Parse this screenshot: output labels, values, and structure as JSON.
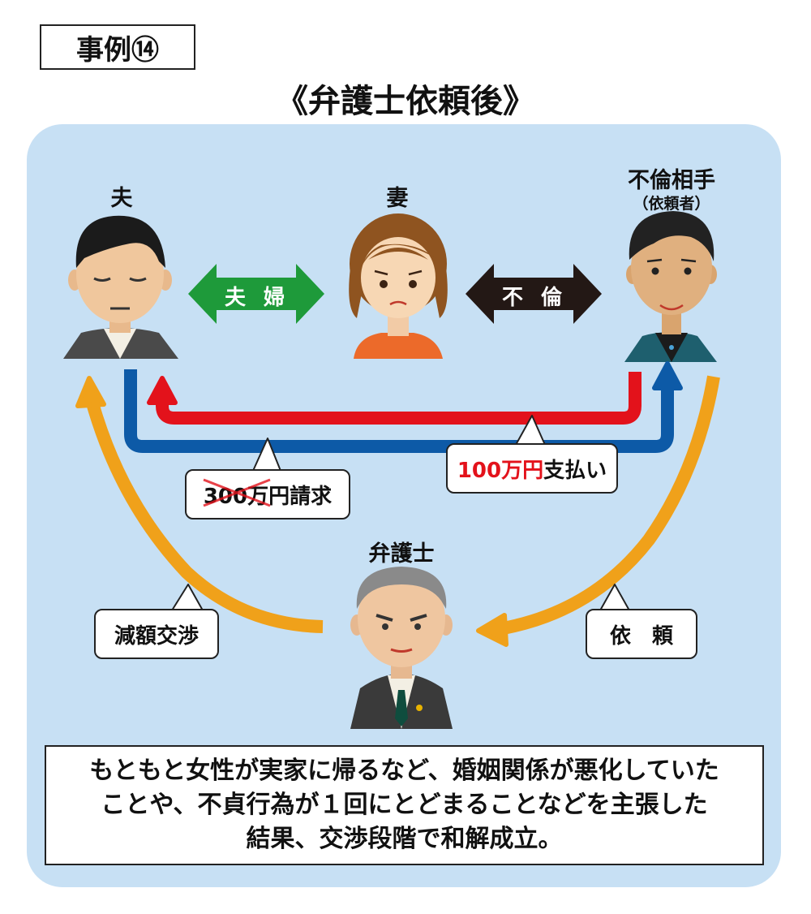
{
  "case_label": "事例⑭",
  "title": "《弁護士依頼後》",
  "people": {
    "husband": "夫",
    "wife": "妻",
    "affair_partner": "不倫相手",
    "affair_partner_note": "（依頼者）",
    "lawyer": "弁護士"
  },
  "relations": {
    "married": "夫婦",
    "affair": "不倫"
  },
  "bubbles": {
    "claim_struck": "300万",
    "claim_rest": "円請求",
    "payment_amount": "100万円",
    "payment_rest": "支払い",
    "negotiation": "減額交渉",
    "request": "依　頼"
  },
  "summary": [
    "もともと女性が実家に帰るなど、婚姻関係が悪化していた",
    "ことや、不貞行為が１回にとどまることなどを主張した",
    "結果、交渉段階で和解成立。"
  ],
  "colors": {
    "panel": "#c7e0f4",
    "green": "#1e9a3a",
    "black": "#231815",
    "red": "#e3121b",
    "blue": "#0d5aa7",
    "orange": "#f0a11a"
  }
}
